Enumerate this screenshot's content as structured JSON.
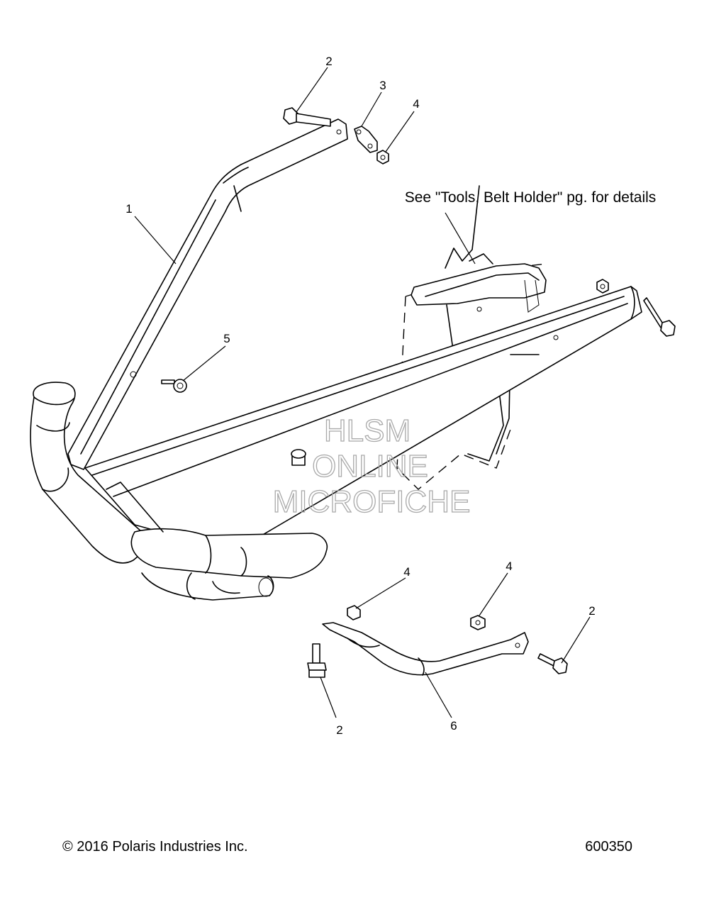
{
  "callouts": [
    {
      "id": "c1",
      "number": "1"
    },
    {
      "id": "c2a",
      "number": "2"
    },
    {
      "id": "c3",
      "number": "3"
    },
    {
      "id": "c4a",
      "number": "4"
    },
    {
      "id": "c5",
      "number": "5"
    },
    {
      "id": "c4b",
      "number": "4"
    },
    {
      "id": "c4c",
      "number": "4"
    },
    {
      "id": "c2b",
      "number": "2"
    },
    {
      "id": "c2c",
      "number": "2"
    },
    {
      "id": "c6",
      "number": "6"
    }
  ],
  "note": "See \"Tools, Belt Holder\" pg. for details",
  "watermark": {
    "line1": "HLSM",
    "line2": "ONLINE",
    "line3": "MICROFICHE"
  },
  "footer": {
    "copyright": "© 2016 Polaris Industries Inc.",
    "figure_number": "600350"
  }
}
